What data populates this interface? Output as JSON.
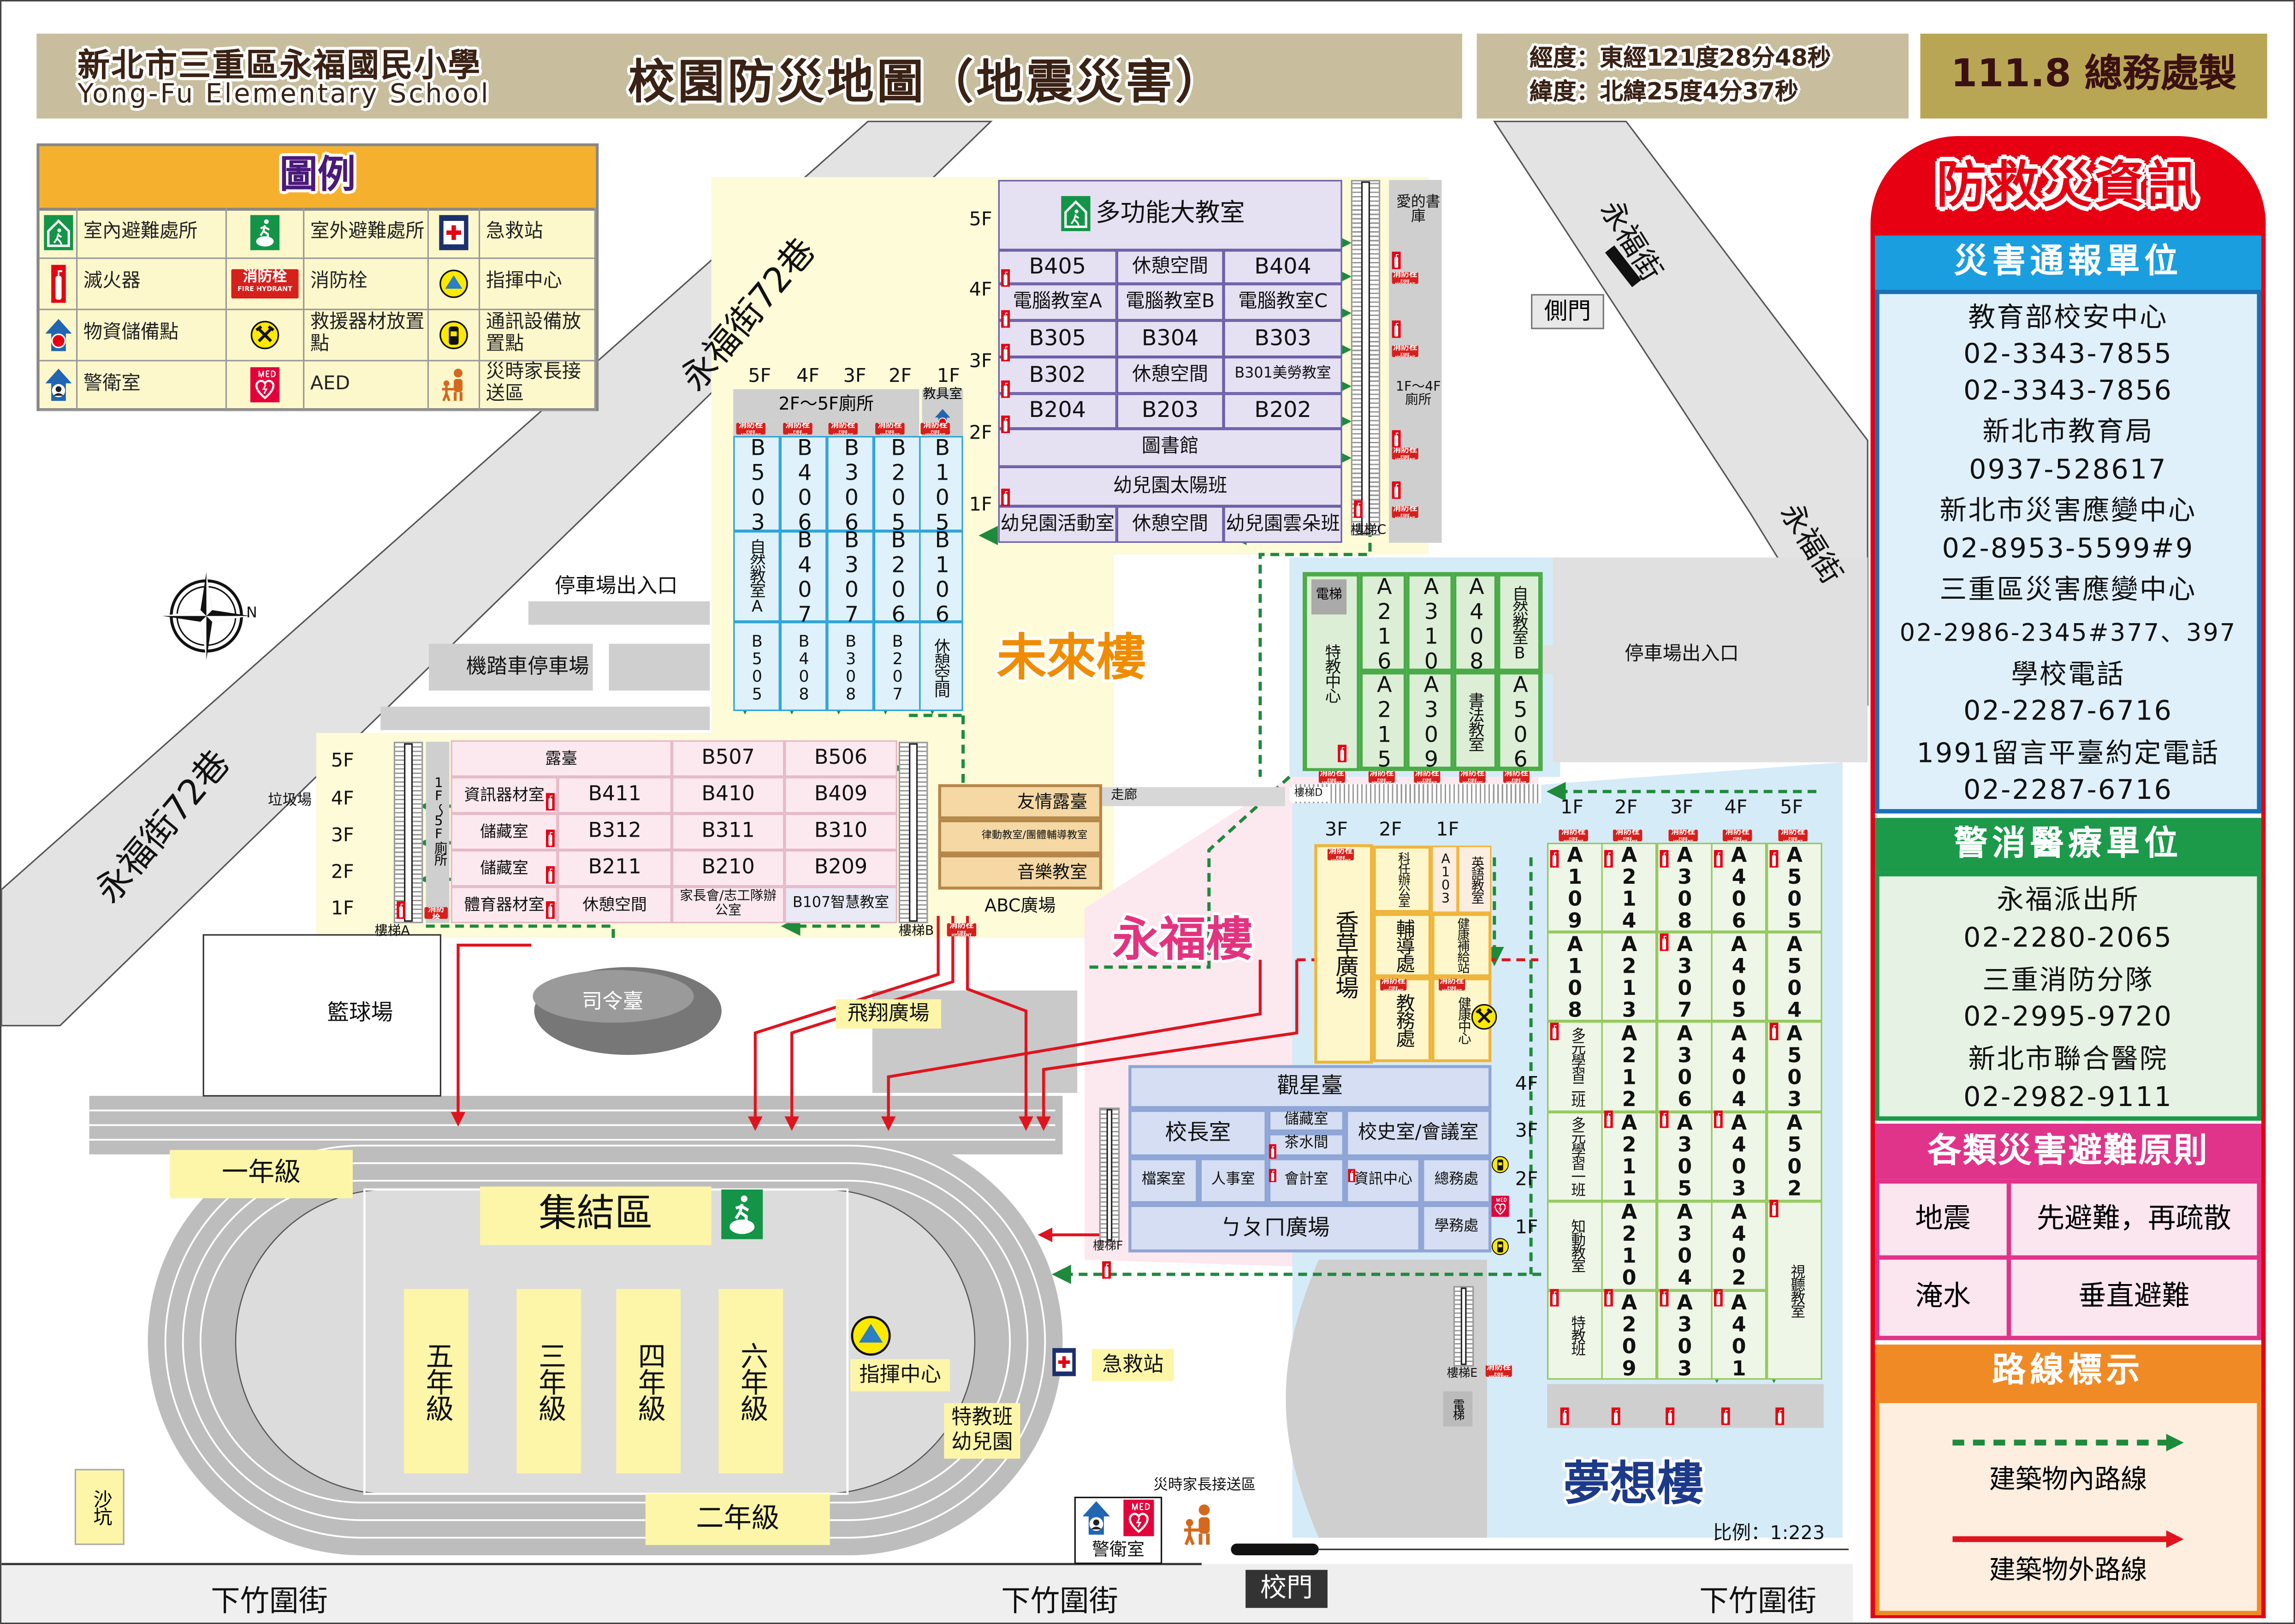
{
  "header": {
    "school_name_zh": "新北市三重區永福國民小學",
    "school_name_en": "Yong-Fu Elementary School",
    "title": "校園防災地圖（地震災害）",
    "longitude": "經度：東經121度28分48秒",
    "latitude": "緯度：北緯25度4分37秒",
    "made_by": "111.8 總務處製"
  },
  "legend": {
    "title": "圖例",
    "hydrant_sign": "消防栓",
    "hydrant_sign_en": "FIRE HYDRANT",
    "items": [
      {
        "icon": "indoor-shelter-icon",
        "label": "室內避難處所"
      },
      {
        "icon": "outdoor-shelter-icon",
        "label": "室外避難處所"
      },
      {
        "icon": "first-aid-icon",
        "label": "急救站"
      },
      {
        "icon": "fire-extinguisher-icon",
        "label": "滅火器"
      },
      {
        "icon": "fire-hydrant-icon",
        "label": "消防栓"
      },
      {
        "icon": "command-center-icon",
        "label": "指揮中心"
      },
      {
        "icon": "supplies-icon",
        "label": "物資儲備點"
      },
      {
        "icon": "rescue-tools-icon",
        "label": "救援器材放置點"
      },
      {
        "icon": "communication-device-icon",
        "label": "通訊設備放置點"
      },
      {
        "icon": "guard-room-icon",
        "label": "警衛室"
      },
      {
        "icon": "aed-icon",
        "label": "AED"
      },
      {
        "icon": "parent-pickup-icon",
        "label": "災時家長接送區"
      }
    ]
  },
  "streets": {
    "alley_upper": "永福街72巷",
    "alley_lower": "永福街72巷",
    "yongfu_upper": "永福街",
    "yongfu_lower": "永福街",
    "xiazhuwei_left": "下竹圍街",
    "xiazhuwei_mid": "下竹圍街",
    "xiazhuwei_right": "下竹圍街"
  },
  "gates": {
    "side_gate": "側門",
    "main_gate": "校門"
  },
  "places": {
    "parking_entry_west": "停車場出入口",
    "parking_entry_east": "停車場出入口",
    "scooter_parking": "機踏車停車場",
    "basketball_court": "籃球場",
    "podium": "司令臺",
    "feixiang_plaza": "飛翔廣場",
    "assembly_area": "集結區",
    "grade_1": "一年級",
    "grade_2": "二年級",
    "grade_3": "三年級",
    "grade_4": "四年級",
    "grade_5": "五年級",
    "grade_6": "六年級",
    "command_center": "指揮中心",
    "special_kinder": "特教班幼兒園",
    "first_aid": "急救站",
    "sandpit": "沙坑",
    "guard_room": "警衛室",
    "parent_pickup": "災時家長接送區",
    "garbage": "垃圾場",
    "corridor": "走廊",
    "scale": "比例：1:223",
    "compass_n": "N"
  },
  "buildings": {
    "weilai": {
      "name": "未來樓",
      "north_floors": [
        "5F",
        "4F",
        "3F",
        "2F",
        "1F"
      ],
      "north_rooms": [
        "多功能大教室",
        "B405",
        "休憩空間",
        "B404",
        "電腦教室A",
        "電腦教室B",
        "電腦教室C",
        "B305",
        "B304",
        "B303",
        "B302",
        "休憩空間",
        "B301美勞教室",
        "B204",
        "B203",
        "B202",
        "圖書館",
        "幼兒園太陽班",
        "幼兒園活動室",
        "休憩空間",
        "幼兒園雲朵班"
      ],
      "stair_c": "樓梯C",
      "book_corner": "愛的書庫",
      "toilet_east": "1F～4F廁所",
      "west_floors": [
        "5F",
        "4F",
        "3F",
        "2F",
        "1F"
      ],
      "west_toilet": "2F～5F廁所",
      "tool_room": "教具室",
      "west_rooms": [
        [
          "B503",
          "B406",
          "B306",
          "B205",
          "B105"
        ],
        [
          "自然教室A",
          "B407",
          "B307",
          "B206",
          "B106"
        ],
        [
          "B505",
          "B408",
          "B308",
          "B207",
          "休憩空間"
        ]
      ],
      "south_floors": [
        "5F",
        "4F",
        "3F",
        "2F",
        "1F"
      ],
      "south_toilet": "1F～5F廁所",
      "stair_a": "樓梯A",
      "stair_b": "樓梯B",
      "south_rooms": [
        [
          "露臺",
          "B507",
          "B506"
        ],
        [
          "資訊器材室",
          "B411",
          "B410",
          "B409"
        ],
        [
          "儲藏室",
          "B312",
          "B311",
          "B310"
        ],
        [
          "儲藏室",
          "B211",
          "B210",
          "B209"
        ],
        [
          "體育器材室",
          "休憩空間",
          "家長會/志工隊辦公室",
          "B107智慧教室"
        ]
      ],
      "annex": [
        "友情露臺",
        "律動教室/團體輔導教室",
        "音樂教室"
      ],
      "abc_plaza": "ABC廣場"
    },
    "yongfu": {
      "name": "永福樓",
      "wing_floors": [
        "3F",
        "2F",
        "1F"
      ],
      "herb_plaza": "香草廣場",
      "wing_rooms": [
        "科任辦公室",
        "英語教室",
        "A103",
        "輔導處",
        "健康補給站",
        "教務處",
        "健康中心"
      ],
      "admin_floors": [
        "4F",
        "3F",
        "2F",
        "1F"
      ],
      "admin_rooms": [
        "觀星臺",
        "校長室",
        "儲藏室",
        "茶水間",
        "校史室/會議室",
        "檔案室",
        "人事室",
        "會計室",
        "資訊中心",
        "總務處",
        "ㄅㄆㄇ廣場",
        "學務處"
      ],
      "stair_f": "樓梯F"
    },
    "mengxiang": {
      "name": "夢想樓",
      "a_block": [
        "電梯",
        "特教中心",
        "A216",
        "A310",
        "A408",
        "自然教室B",
        "A215",
        "A309",
        "書法教室",
        "A506"
      ],
      "stair_d": "樓梯D",
      "floors": [
        "1F",
        "2F",
        "3F",
        "4F",
        "5F"
      ],
      "columns": [
        [
          "A109",
          "A108",
          "多元學習二班",
          "多元學習一班",
          "知動教室",
          "特教班"
        ],
        [
          "A214",
          "A213",
          "A212",
          "A211",
          "A210",
          "A209"
        ],
        [
          "A308",
          "A307",
          "A306",
          "A305",
          "A304",
          "A303"
        ],
        [
          "A406",
          "A405",
          "A404",
          "A403",
          "A402",
          "A401"
        ],
        [
          "A505",
          "A504",
          "A503",
          "A502",
          "視聽教室"
        ]
      ],
      "elevator": "電梯",
      "stair_e": "樓梯E"
    }
  },
  "info_panel": {
    "title": "防救災資訊",
    "report_title": "災害通報單位",
    "report_lines": [
      "教育部校安中心",
      "02-3343-7855",
      "02-3343-7856",
      "新北市教育局",
      "0937-528617",
      "新北市災害應變中心",
      "02-8953-5599#9",
      "三重區災害應變中心",
      "02-2986-2345#377、397",
      "學校電話",
      "02-2287-6716",
      "1991留言平臺約定電話",
      "02-2287-6716"
    ],
    "emergency_title": "警消醫療單位",
    "emergency_lines": [
      "永福派出所",
      "02-2280-2065",
      "三重消防分隊",
      "02-2995-9720",
      "新北市聯合醫院",
      "02-2982-9111"
    ],
    "principles_title": "各類災害避難原則",
    "principles": [
      {
        "disaster": "地震",
        "rule": "先避難，再疏散"
      },
      {
        "disaster": "淹水",
        "rule": "垂直避難"
      }
    ],
    "routes_title": "路線標示",
    "route_indoor": "建築物內路線",
    "route_outdoor": "建築物外路線",
    "colors": {
      "indoor_route": "#1e8a3c",
      "outdoor_route": "#e0141e"
    }
  }
}
